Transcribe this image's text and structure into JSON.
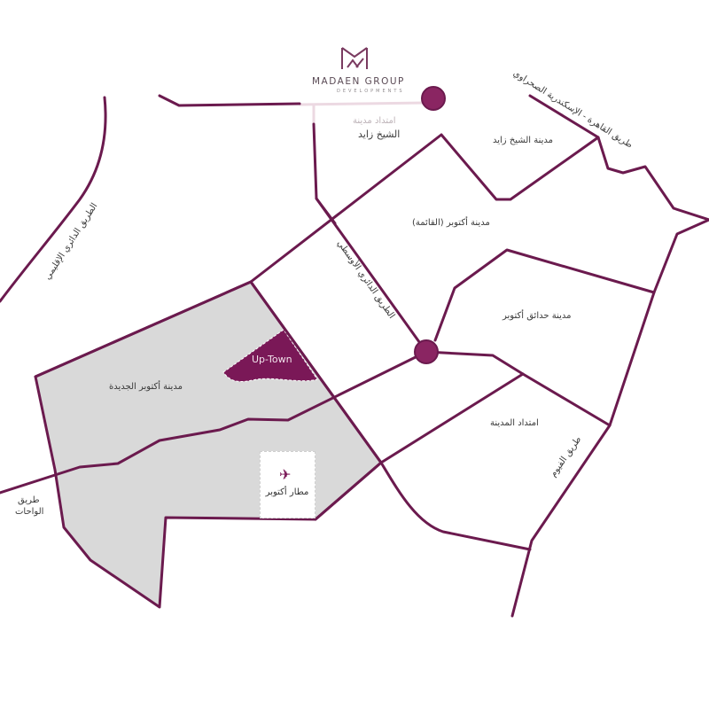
{
  "brand": {
    "name": "MADAEN GROUP",
    "subtitle": "DEVELOPMENTS",
    "logo_icon": "madaen-logo-icon",
    "color": "#6b1a4e"
  },
  "colors": {
    "road": "#6b1a4e",
    "node": "#8a2562",
    "new_october_area": "#d9d9d9",
    "uptown_area": "#7a1857",
    "background": "#ffffff"
  },
  "project": {
    "name": "Up-Town"
  },
  "areas": {
    "new_october": "مدينة أكتوبر الجديدة",
    "october_existing": "مدينة أكتوبر (القائمة)",
    "hadayek_october": "مدينة حدائق أكتوبر",
    "city_extension": "امتداد المدينة",
    "sheikh_zayed": "مدينة الشيخ زايد",
    "sheikh_zayed_extension_line1": "امتداد مدينة",
    "sheikh_zayed_extension_line2": "الشيخ زايد"
  },
  "roads": {
    "regional_ring": "الطريق الدائري الإقليمي",
    "middle_ring": "الطريق الدائري الأوسطي",
    "cairo_alex_desert": "طريق القاهرة - الإسكندرية الصحراوي",
    "fayoum": "طريق الفيوم",
    "wahat_line1": "طريق",
    "wahat_line2": "الواحات"
  },
  "landmarks": {
    "airport": "مطار أكتوبر",
    "airport_icon": "airplane-icon"
  }
}
